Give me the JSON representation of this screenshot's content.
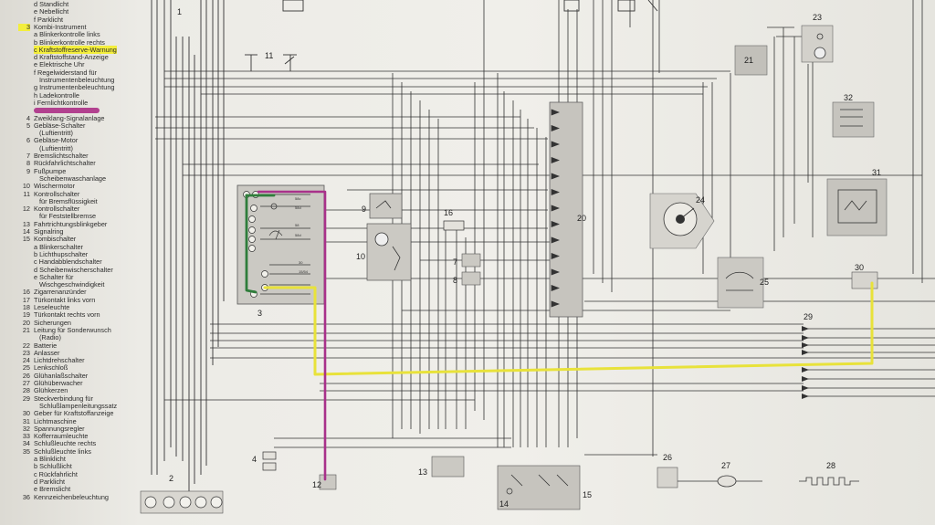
{
  "legend": {
    "items": [
      {
        "num": "",
        "text": "d Standlicht"
      },
      {
        "num": "",
        "text": "e Nebellicht"
      },
      {
        "num": "",
        "text": "f Parklicht"
      },
      {
        "num": "3",
        "text": "Kombi-Instrument"
      },
      {
        "num": "",
        "text": "a Blinkerkontrolle links"
      },
      {
        "num": "",
        "text": "b Blinkerkontrolle rechts"
      },
      {
        "num": "",
        "text": "c Kraftstoffreserve-Warnung"
      },
      {
        "num": "",
        "text": "d Kraftstoffstand-Anzeige"
      },
      {
        "num": "",
        "text": "e Elektrische Uhr"
      },
      {
        "num": "",
        "text": "f Regelwiderstand für"
      },
      {
        "num": "",
        "text": "Instrumentenbeleuchtung"
      },
      {
        "num": "",
        "text": "g Instrumentenbeleuchtung"
      },
      {
        "num": "",
        "text": "h Ladekontrolle"
      },
      {
        "num": "",
        "text": "i Fernlichtkontrolle"
      },
      {
        "num": "",
        "text": ""
      },
      {
        "num": "4",
        "text": "Zweiklang-Signalanlage"
      },
      {
        "num": "5",
        "text": "Gebläse-Schalter"
      },
      {
        "num": "",
        "text": "(Luftientritt)"
      },
      {
        "num": "6",
        "text": "Gebläse-Motor"
      },
      {
        "num": "",
        "text": "(Luftientritt)"
      },
      {
        "num": "7",
        "text": "Bremslichtschalter"
      },
      {
        "num": "8",
        "text": "Rückfahrlichtschalter"
      },
      {
        "num": "9",
        "text": "Fußpumpe"
      },
      {
        "num": "",
        "text": "Scheibenwaschanlage"
      },
      {
        "num": "10",
        "text": "Wischermotor"
      },
      {
        "num": "11",
        "text": "Kontrollschalter"
      },
      {
        "num": "",
        "text": "für Bremsflüssigkeit"
      },
      {
        "num": "12",
        "text": "Kontrollschalter"
      },
      {
        "num": "",
        "text": "für Feststellbremse"
      },
      {
        "num": "13",
        "text": "Fahrtrichtungsblinkgeber"
      },
      {
        "num": "14",
        "text": "Signalring"
      },
      {
        "num": "15",
        "text": "Kombischalter"
      },
      {
        "num": "",
        "text": "a Blinkerschalter"
      },
      {
        "num": "",
        "text": "b Lichthupschalter"
      },
      {
        "num": "",
        "text": "c Handabblendschalter"
      },
      {
        "num": "",
        "text": "d Scheibenwischerschalter"
      },
      {
        "num": "",
        "text": "e Schalter für"
      },
      {
        "num": "",
        "text": "Wischgeschwindigkeit"
      },
      {
        "num": "16",
        "text": "Zigarrenanzünder"
      },
      {
        "num": "17",
        "text": "Türkontakt links vorn"
      },
      {
        "num": "18",
        "text": "Leseleuchte"
      },
      {
        "num": "19",
        "text": "Türkontakt rechts vorn"
      },
      {
        "num": "20",
        "text": "Sicherungen"
      },
      {
        "num": "21",
        "text": "Leitung für Sonderwunsch"
      },
      {
        "num": "",
        "text": "(Radio)"
      },
      {
        "num": "22",
        "text": "Batterie"
      },
      {
        "num": "23",
        "text": "Anlasser"
      },
      {
        "num": "24",
        "text": "Lichtdrehschalter"
      },
      {
        "num": "25",
        "text": "Lenkschloß"
      },
      {
        "num": "26",
        "text": "Glühanlaßschalter"
      },
      {
        "num": "27",
        "text": "Glühüberwacher"
      },
      {
        "num": "28",
        "text": "Glühkerzen"
      },
      {
        "num": "29",
        "text": "Steckverbindung für"
      },
      {
        "num": "",
        "text": "Schlußlampenleitungssatz"
      },
      {
        "num": "30",
        "text": "Geber für Kraftstoffanzeige"
      },
      {
        "num": "31",
        "text": "Lichtmaschine"
      },
      {
        "num": "32",
        "text": "Spannungsregler"
      },
      {
        "num": "33",
        "text": "Kofferraumleuchte"
      },
      {
        "num": "34",
        "text": "Schlußleuchte rechts"
      },
      {
        "num": "35",
        "text": "Schlußleuchte links"
      },
      {
        "num": "",
        "text": "a Blinklicht"
      },
      {
        "num": "",
        "text": "b Schlußlicht"
      },
      {
        "num": "",
        "text": "c Rückfahrlicht"
      },
      {
        "num": "",
        "text": "d Parklicht"
      },
      {
        "num": "",
        "text": "e Bremslicht"
      },
      {
        "num": "36",
        "text": "Kennzeichenbeleuchtung"
      }
    ]
  },
  "components": {
    "c1": "1",
    "c2": "2",
    "c3": "3",
    "c4": "4",
    "c7": "7",
    "c8": "8",
    "c9": "9",
    "c10": "10",
    "c11": "11",
    "c12": "12",
    "c13": "13",
    "c14": "14",
    "c15": "15",
    "c16": "16",
    "c20": "20",
    "c21": "21",
    "c23": "23",
    "c24": "24",
    "c25": "25",
    "c26": "26",
    "c27": "27",
    "c28": "28",
    "c29": "29",
    "c30": "30",
    "c31": "31",
    "c32": "32"
  },
  "highlights": {
    "yellow": "#e8e23a",
    "purple": "#a8318a",
    "green": "#2f7d3b"
  },
  "colors": {
    "paper": "#efeee9",
    "line": "#2f2f2f",
    "component_fill": "#c9c7c2"
  }
}
